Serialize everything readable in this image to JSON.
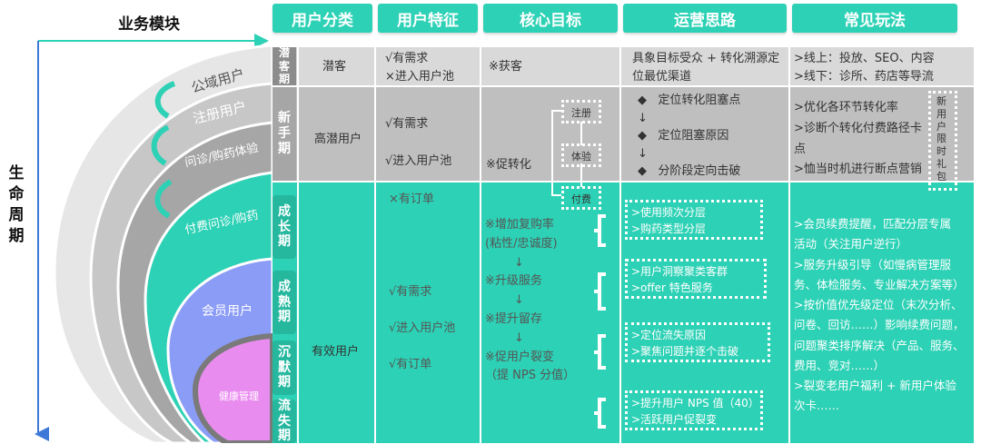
{
  "left": {
    "module_label": "业务模块",
    "lifecycle_label": [
      "生",
      "命",
      "周",
      "期"
    ],
    "arcs": [
      "公域用户",
      "注册用户",
      "问诊/购药体验",
      "付费问诊/购药",
      "会员用户",
      "健康管理"
    ]
  },
  "headers": [
    "用户分类",
    "用户特征",
    "核心目标",
    "运营思路",
    "常见玩法"
  ],
  "stages": {
    "s1": [
      "潜",
      "客",
      "期"
    ],
    "s2": [
      "新",
      "手",
      "期"
    ],
    "s3": [
      "成",
      "长",
      "期"
    ],
    "s4": [
      "成",
      "熟",
      "期"
    ],
    "s5": [
      "沉",
      "默",
      "期"
    ],
    "s6": [
      "流",
      "失",
      "期"
    ]
  },
  "row1": {
    "category": "潜客",
    "feature": [
      "√有需求",
      "×进入用户池"
    ],
    "goal": "※获客",
    "thinking": [
      "具象目标受众 + 转化溯源定",
      "位最优渠道"
    ],
    "plays": [
      ">线上：投放、SEO、内容",
      ">线下：诊所、药店等导流"
    ]
  },
  "row2": {
    "category": "高潜用户",
    "feature": [
      "√有需求",
      "√进入用户池"
    ],
    "goal": "※促转化",
    "flow": [
      "注册",
      "体验",
      "付费"
    ],
    "thinking": [
      "定位转化阻塞点",
      "定位阻塞原因",
      "分阶段定向击破"
    ],
    "bullet": "◆",
    "arrow": "↓",
    "plays": [
      ">优化各环节转化率",
      ">诊断个转化付费路径卡",
      "点",
      ">恤当时机进行断点营销"
    ],
    "gift": [
      "新",
      "用",
      "户",
      "限",
      "时",
      "礼",
      "包"
    ]
  },
  "row3": {
    "category": "有效用户",
    "feature_top": "×有订单",
    "feature": [
      "√有需求",
      "√进入用户池",
      "√有订单"
    ],
    "goals": [
      "※增加复购率",
      "(粘性/忠诚度)",
      "※升级服务",
      "※提升留存",
      "※促用户裂变",
      "（提 NPS 分值）"
    ],
    "arrow": "↓",
    "boxes": [
      [
        ">使用频次分层",
        ">购药类型分层"
      ],
      [
        ">用户洞察聚类客群",
        ">offer 特色服务"
      ],
      [
        ">定位流失原因",
        ">聚焦问题并逐个击破"
      ],
      [
        ">提升用户 NPS 值（40）",
        ">活跃用户促裂变"
      ]
    ],
    "plays": [
      ">会员续费提醒，匹配分层专属",
      "活动（关注用户逆行）",
      ">服务升级引导（如慢病管理服",
      "务、体检服务、专业解决方案等）",
      ">按价值优先级定位（末次分析、",
      "问卷、回访……）影响续费问题，",
      "问题聚类排序解决（产品、服务、",
      "费用、竞对……）",
      ">裂变老用户福利 + 新用户体验",
      "次卡……"
    ]
  },
  "colors": {
    "teal": "#2dd1b5",
    "gray1": "#d9d9d9",
    "gray2": "#bfbfbf",
    "blue": "#8b9cf7",
    "pink": "#e98cef",
    "dark": "#8c8c8c"
  }
}
